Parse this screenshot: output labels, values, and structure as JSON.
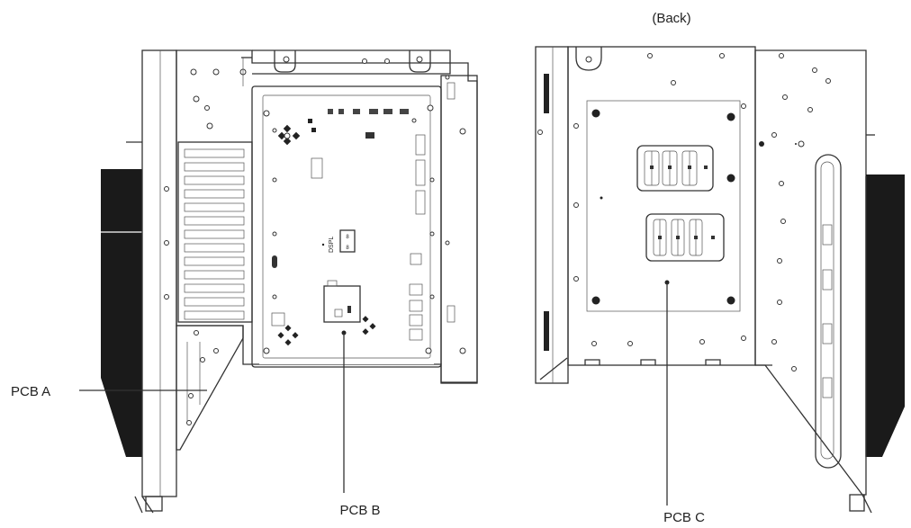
{
  "labels": {
    "back_view": "(Back)",
    "pcb_a": "PCB A",
    "pcb_b": "PCB B",
    "pcb_c": "PCB C"
  },
  "board_marks": {
    "dspl": "DSPL"
  },
  "colors": {
    "line": "#333333",
    "panel_dark": "#1a1a1a",
    "background": "#ffffff"
  }
}
